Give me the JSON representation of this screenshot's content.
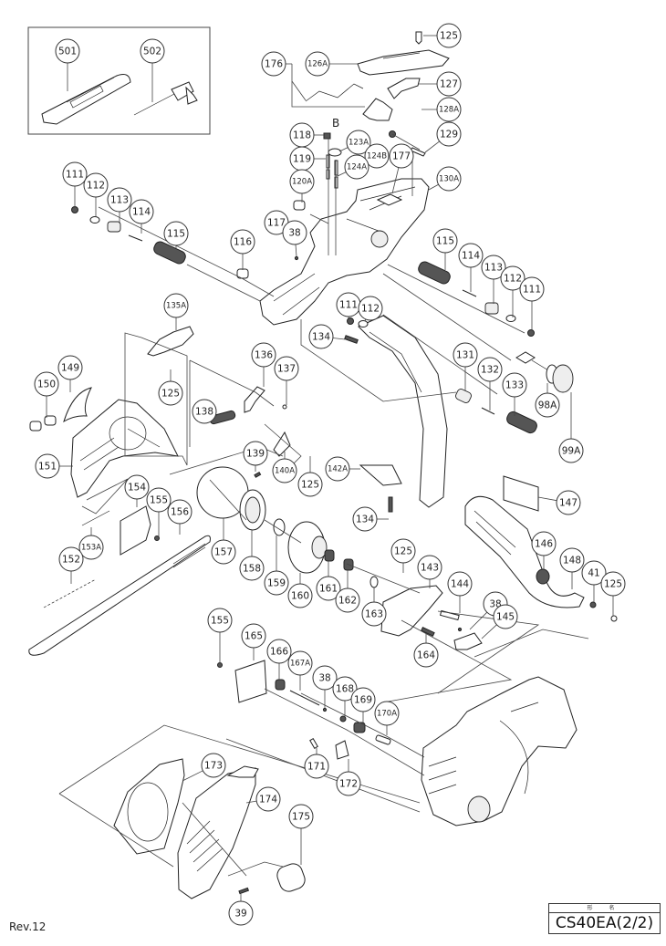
{
  "document": {
    "type": "exploded-parts-diagram",
    "revision": "Rev.12",
    "title_block": {
      "header": "形 名",
      "model": "CS40EA(2/2)"
    },
    "reference_mark": "B"
  },
  "callouts": [
    {
      "id": "c501",
      "label": "501"
    },
    {
      "id": "c502",
      "label": "502"
    },
    {
      "id": "c125a",
      "label": "125"
    },
    {
      "id": "c176",
      "label": "176"
    },
    {
      "id": "c126A",
      "label": "126A"
    },
    {
      "id": "c127",
      "label": "127"
    },
    {
      "id": "c128A",
      "label": "128A"
    },
    {
      "id": "c129",
      "label": "129"
    },
    {
      "id": "c118",
      "label": "118"
    },
    {
      "id": "c123A",
      "label": "123A"
    },
    {
      "id": "c119",
      "label": "119"
    },
    {
      "id": "c124B",
      "label": "124B"
    },
    {
      "id": "c124A",
      "label": "124A"
    },
    {
      "id": "c177",
      "label": "177"
    },
    {
      "id": "c120A",
      "label": "120A"
    },
    {
      "id": "c130A",
      "label": "130A"
    },
    {
      "id": "c111a",
      "label": "111"
    },
    {
      "id": "c112a",
      "label": "112"
    },
    {
      "id": "c113a",
      "label": "113"
    },
    {
      "id": "c114a",
      "label": "114"
    },
    {
      "id": "c115a",
      "label": "115"
    },
    {
      "id": "c117",
      "label": "117"
    },
    {
      "id": "c38a",
      "label": "38"
    },
    {
      "id": "c116",
      "label": "116"
    },
    {
      "id": "c115b",
      "label": "115"
    },
    {
      "id": "c114b",
      "label": "114"
    },
    {
      "id": "c113b",
      "label": "113"
    },
    {
      "id": "c112b",
      "label": "112"
    },
    {
      "id": "c111b",
      "label": "111"
    },
    {
      "id": "c111c",
      "label": "111"
    },
    {
      "id": "c112c",
      "label": "112"
    },
    {
      "id": "c135A",
      "label": "135A"
    },
    {
      "id": "c134a",
      "label": "134"
    },
    {
      "id": "c149",
      "label": "149"
    },
    {
      "id": "c150",
      "label": "150"
    },
    {
      "id": "c125b",
      "label": "125"
    },
    {
      "id": "c136",
      "label": "136"
    },
    {
      "id": "c137",
      "label": "137"
    },
    {
      "id": "c131",
      "label": "131"
    },
    {
      "id": "c132",
      "label": "132"
    },
    {
      "id": "c133",
      "label": "133"
    },
    {
      "id": "c98A",
      "label": "98A"
    },
    {
      "id": "c99A",
      "label": "99A"
    },
    {
      "id": "c138",
      "label": "138"
    },
    {
      "id": "c151",
      "label": "151"
    },
    {
      "id": "c139",
      "label": "139"
    },
    {
      "id": "c140A",
      "label": "140A"
    },
    {
      "id": "c125c",
      "label": "125"
    },
    {
      "id": "c142A",
      "label": "142A"
    },
    {
      "id": "c134b",
      "label": "134"
    },
    {
      "id": "c154",
      "label": "154"
    },
    {
      "id": "c155a",
      "label": "155"
    },
    {
      "id": "c156",
      "label": "156"
    },
    {
      "id": "c153A",
      "label": "153A"
    },
    {
      "id": "c147",
      "label": "147"
    },
    {
      "id": "c157",
      "label": "157"
    },
    {
      "id": "c158",
      "label": "158"
    },
    {
      "id": "c159",
      "label": "159"
    },
    {
      "id": "c160",
      "label": "160"
    },
    {
      "id": "c161",
      "label": "161"
    },
    {
      "id": "c162",
      "label": "162"
    },
    {
      "id": "c163",
      "label": "163"
    },
    {
      "id": "c152",
      "label": "152"
    },
    {
      "id": "c125d",
      "label": "125"
    },
    {
      "id": "c143",
      "label": "143"
    },
    {
      "id": "c144",
      "label": "144"
    },
    {
      "id": "c146",
      "label": "146"
    },
    {
      "id": "c148",
      "label": "148"
    },
    {
      "id": "c41",
      "label": "41"
    },
    {
      "id": "c125e",
      "label": "125"
    },
    {
      "id": "c38b",
      "label": "38"
    },
    {
      "id": "c145",
      "label": "145"
    },
    {
      "id": "c164",
      "label": "164"
    },
    {
      "id": "c155b",
      "label": "155"
    },
    {
      "id": "c165",
      "label": "165"
    },
    {
      "id": "c166",
      "label": "166"
    },
    {
      "id": "c167A",
      "label": "167A"
    },
    {
      "id": "c38c",
      "label": "38"
    },
    {
      "id": "c168",
      "label": "168"
    },
    {
      "id": "c169",
      "label": "169"
    },
    {
      "id": "c170A",
      "label": "170A"
    },
    {
      "id": "c171",
      "label": "171"
    },
    {
      "id": "c172",
      "label": "172"
    },
    {
      "id": "c173",
      "label": "173"
    },
    {
      "id": "c174",
      "label": "174"
    },
    {
      "id": "c175",
      "label": "175"
    },
    {
      "id": "c39",
      "label": "39"
    }
  ]
}
